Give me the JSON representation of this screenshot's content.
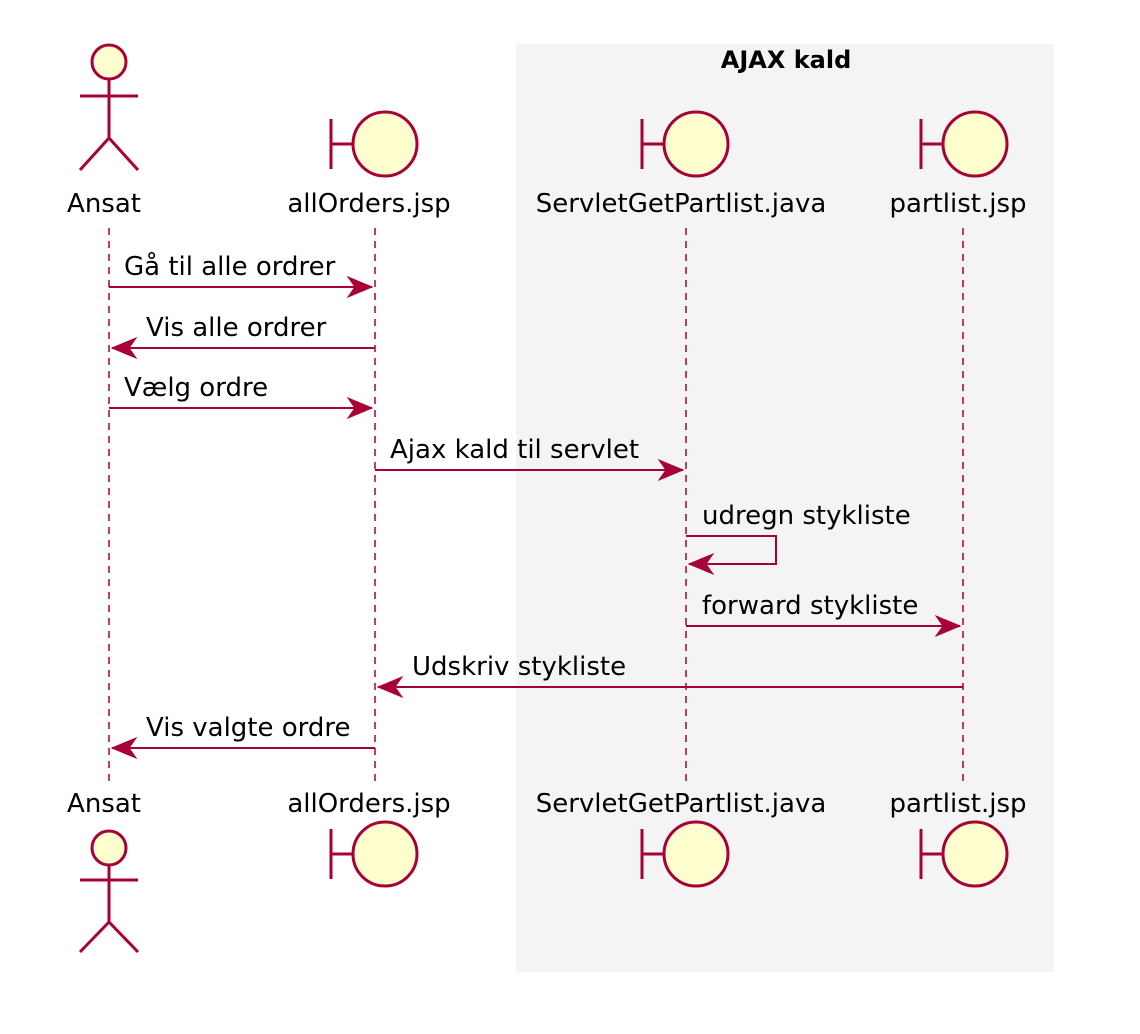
{
  "group": {
    "title": "AJAX kald",
    "fill": "#F4F4F4"
  },
  "colors": {
    "line": "#A80036",
    "participant_fill": "#FEFECE"
  },
  "participants": [
    {
      "id": "ansat",
      "label": "Ansat",
      "kind": "actor"
    },
    {
      "id": "allorders",
      "label": "allOrders.jsp",
      "kind": "boundary"
    },
    {
      "id": "servlet",
      "label": "ServletGetPartlist.java",
      "kind": "boundary"
    },
    {
      "id": "partlist",
      "label": "partlist.jsp",
      "kind": "boundary"
    }
  ],
  "messages": [
    {
      "from": "ansat",
      "to": "allorders",
      "label": "Gå til alle ordrer"
    },
    {
      "from": "allorders",
      "to": "ansat",
      "label": "Vis alle ordrer"
    },
    {
      "from": "ansat",
      "to": "allorders",
      "label": "Vælg ordre"
    },
    {
      "from": "allorders",
      "to": "servlet",
      "label": "Ajax kald til servlet"
    },
    {
      "from": "servlet",
      "to": "servlet",
      "label": "udregn stykliste"
    },
    {
      "from": "servlet",
      "to": "partlist",
      "label": "forward stykliste"
    },
    {
      "from": "partlist",
      "to": "allorders",
      "label": "Udskriv stykliste"
    },
    {
      "from": "allorders",
      "to": "ansat",
      "label": "Vis valgte ordre"
    }
  ]
}
